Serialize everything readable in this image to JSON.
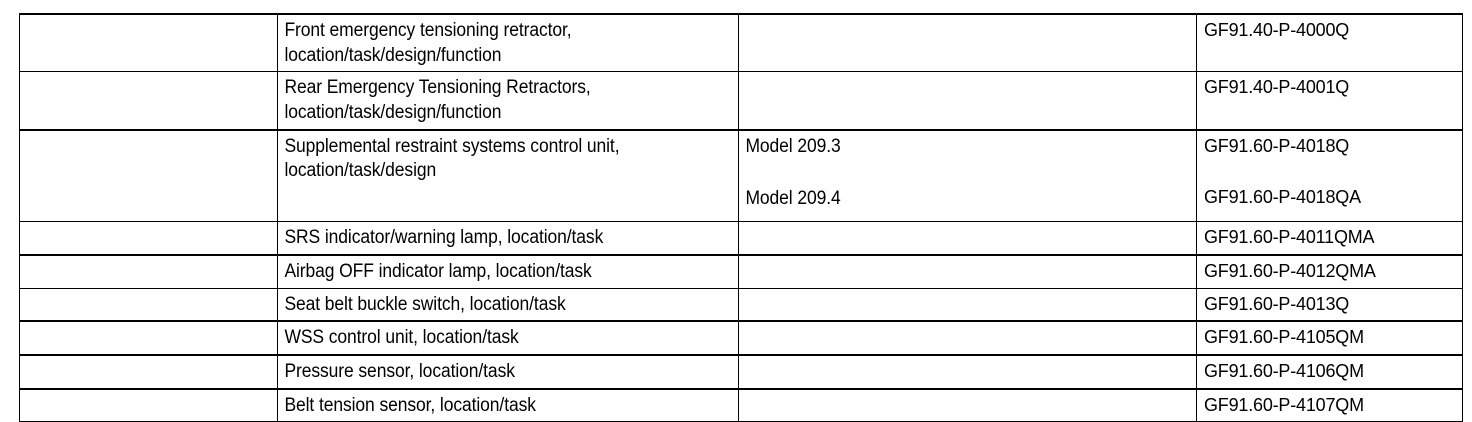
{
  "document": {
    "type": "table",
    "title": "Supplemental Restraint System service documentation index"
  },
  "table": {
    "columns": [
      {
        "key": "spacer",
        "header": "",
        "name": "column-spacer"
      },
      {
        "key": "description",
        "header": "",
        "name": "column-description"
      },
      {
        "key": "model",
        "header": "",
        "name": "column-model"
      },
      {
        "key": "document_id",
        "header": "",
        "name": "column-document-id"
      }
    ],
    "rows": [
      {
        "spacer": "",
        "description": "Front emergency tensioning retractor,\nlocation/task/design/function",
        "model": "",
        "document_id": "GF91.40-P-4000Q"
      },
      {
        "spacer": "",
        "description": "Rear Emergency Tensioning Retractors,\nlocation/task/design/function",
        "model": "",
        "document_id": "GF91.40-P-4001Q"
      },
      {
        "spacer": "",
        "description": "Supplemental restraint systems control unit,\nlocation/task/design",
        "model": "Model 209.3",
        "model_secondary": "Model 209.4",
        "document_id": "GF91.60-P-4018Q",
        "document_id_secondary": "GF91.60-P-4018QA"
      },
      {
        "spacer": "",
        "description": "SRS indicator/warning lamp, location/task",
        "model": "",
        "document_id": "GF91.60-P-4011QMA"
      },
      {
        "spacer": "",
        "description": "Airbag OFF indicator lamp, location/task",
        "model": "",
        "document_id": "GF91.60-P-4012QMA"
      },
      {
        "spacer": "",
        "description": "Seat belt buckle switch, location/task",
        "model": "",
        "document_id": "GF91.60-P-4013Q"
      },
      {
        "spacer": "",
        "description": "WSS control unit, location/task",
        "model": "",
        "document_id": "GF91.60-P-4105QM"
      },
      {
        "spacer": "",
        "description": "Pressure sensor, location/task",
        "model": "",
        "document_id": "GF91.60-P-4106QM"
      },
      {
        "spacer": "",
        "description": "Belt tension sensor, location/task",
        "model": "",
        "document_id": "GF91.60-P-4107QM"
      }
    ]
  },
  "colors": {
    "text": "#000000",
    "border": "#000000",
    "background": "#ffffff"
  }
}
